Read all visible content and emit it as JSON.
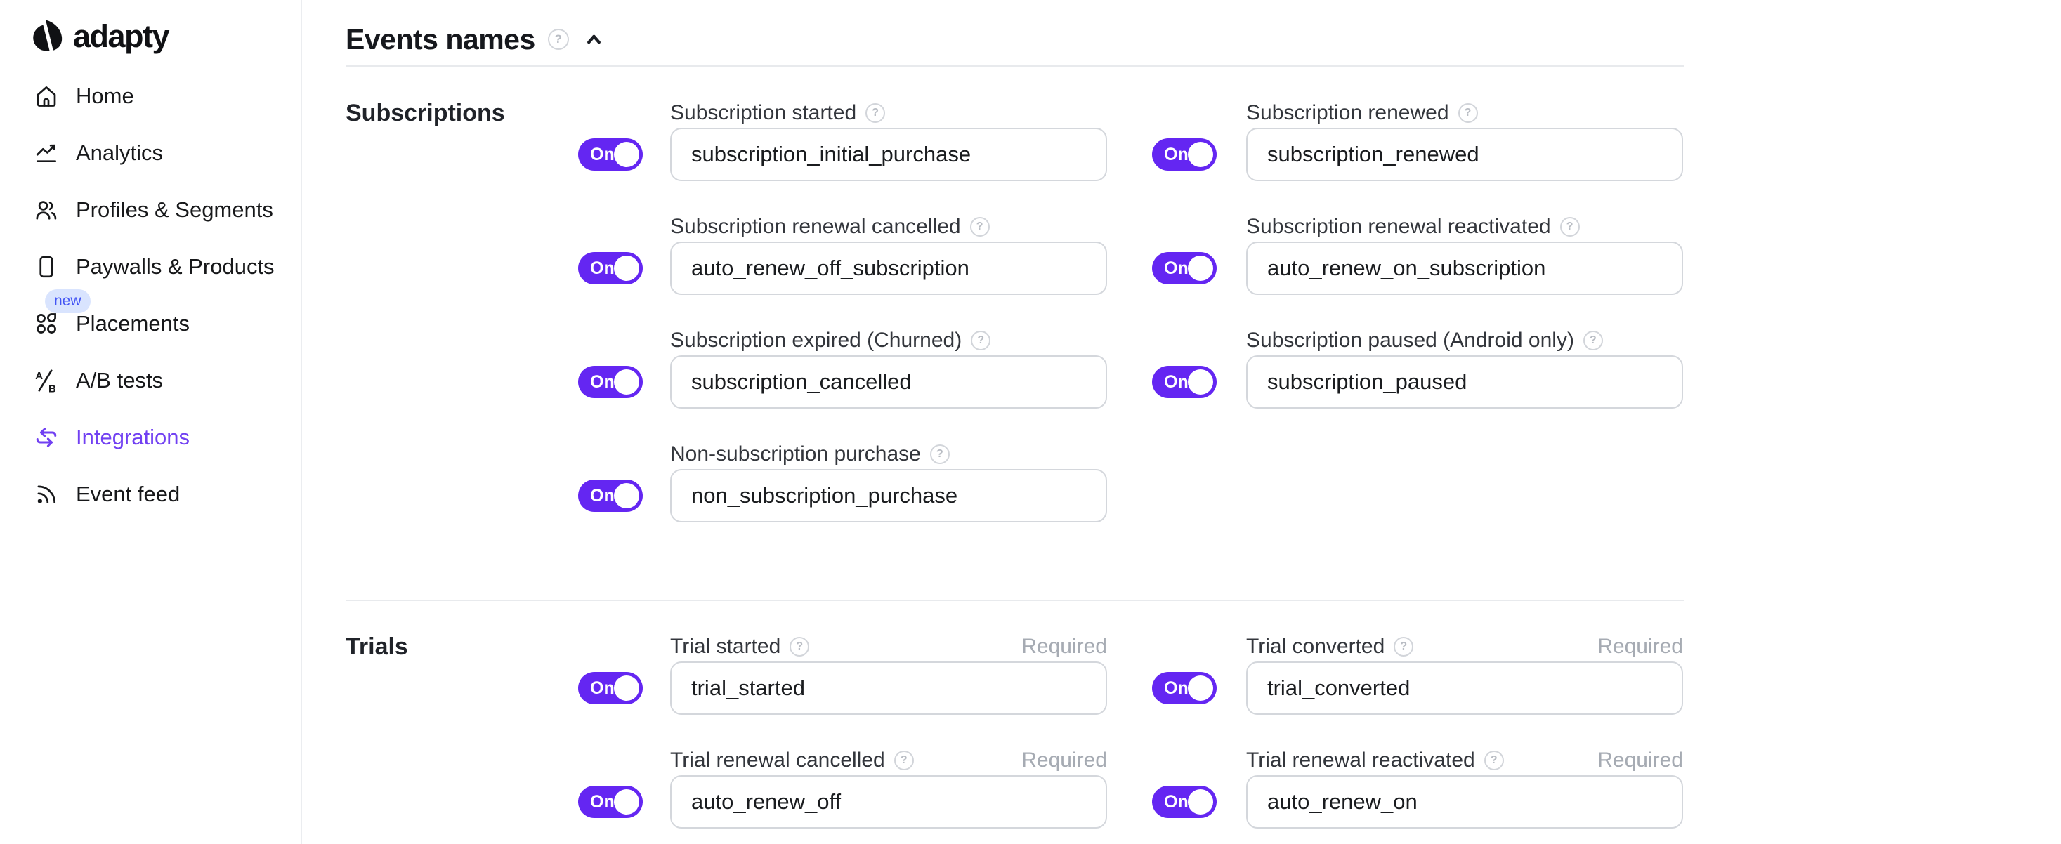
{
  "colors": {
    "accent": "#6426F2",
    "active_nav": "#7140F2",
    "badge_bg": "#D9E4FE",
    "badge_text": "#4355F4"
  },
  "sidebar": {
    "logo_text": "adapty",
    "items": [
      {
        "label": "Home",
        "icon": "home"
      },
      {
        "label": "Analytics",
        "icon": "analytics"
      },
      {
        "label": "Profiles & Segments",
        "icon": "profiles"
      },
      {
        "label": "Paywalls & Products",
        "icon": "paywalls"
      },
      {
        "label": "Placements",
        "icon": "placements",
        "badge": "new"
      },
      {
        "label": "A/B tests",
        "icon": "ab-tests"
      },
      {
        "label": "Integrations",
        "icon": "integrations",
        "active": true
      },
      {
        "label": "Event feed",
        "icon": "event-feed"
      }
    ]
  },
  "header": {
    "title": "Events names",
    "help_glyph": "?"
  },
  "toggle_label": "On",
  "sections": [
    {
      "heading": "Subscriptions",
      "rows": [
        {
          "left": {
            "label": "Subscription started",
            "value": "subscription_initial_purchase"
          },
          "right": {
            "label": "Subscription renewed",
            "value": "subscription_renewed"
          }
        },
        {
          "left": {
            "label": "Subscription renewal cancelled",
            "value": "auto_renew_off_subscription"
          },
          "right": {
            "label": "Subscription renewal reactivated",
            "value": "auto_renew_on_subscription"
          }
        },
        {
          "left": {
            "label": "Subscription expired (Churned)",
            "value": "subscription_cancelled"
          },
          "right": {
            "label": "Subscription paused (Android only)",
            "value": "subscription_paused"
          }
        },
        {
          "left": {
            "label": "Non-subscription purchase",
            "value": "non_subscription_purchase"
          },
          "right": null
        }
      ]
    },
    {
      "heading": "Trials",
      "rows": [
        {
          "left": {
            "label": "Trial started",
            "value": "trial_started",
            "required": "Required"
          },
          "right": {
            "label": "Trial converted",
            "value": "trial_converted",
            "required": "Required"
          }
        },
        {
          "left": {
            "label": "Trial renewal cancelled",
            "value": "auto_renew_off",
            "required": "Required"
          },
          "right": {
            "label": "Trial renewal reactivated",
            "value": "auto_renew_on",
            "required": "Required"
          }
        }
      ]
    }
  ]
}
